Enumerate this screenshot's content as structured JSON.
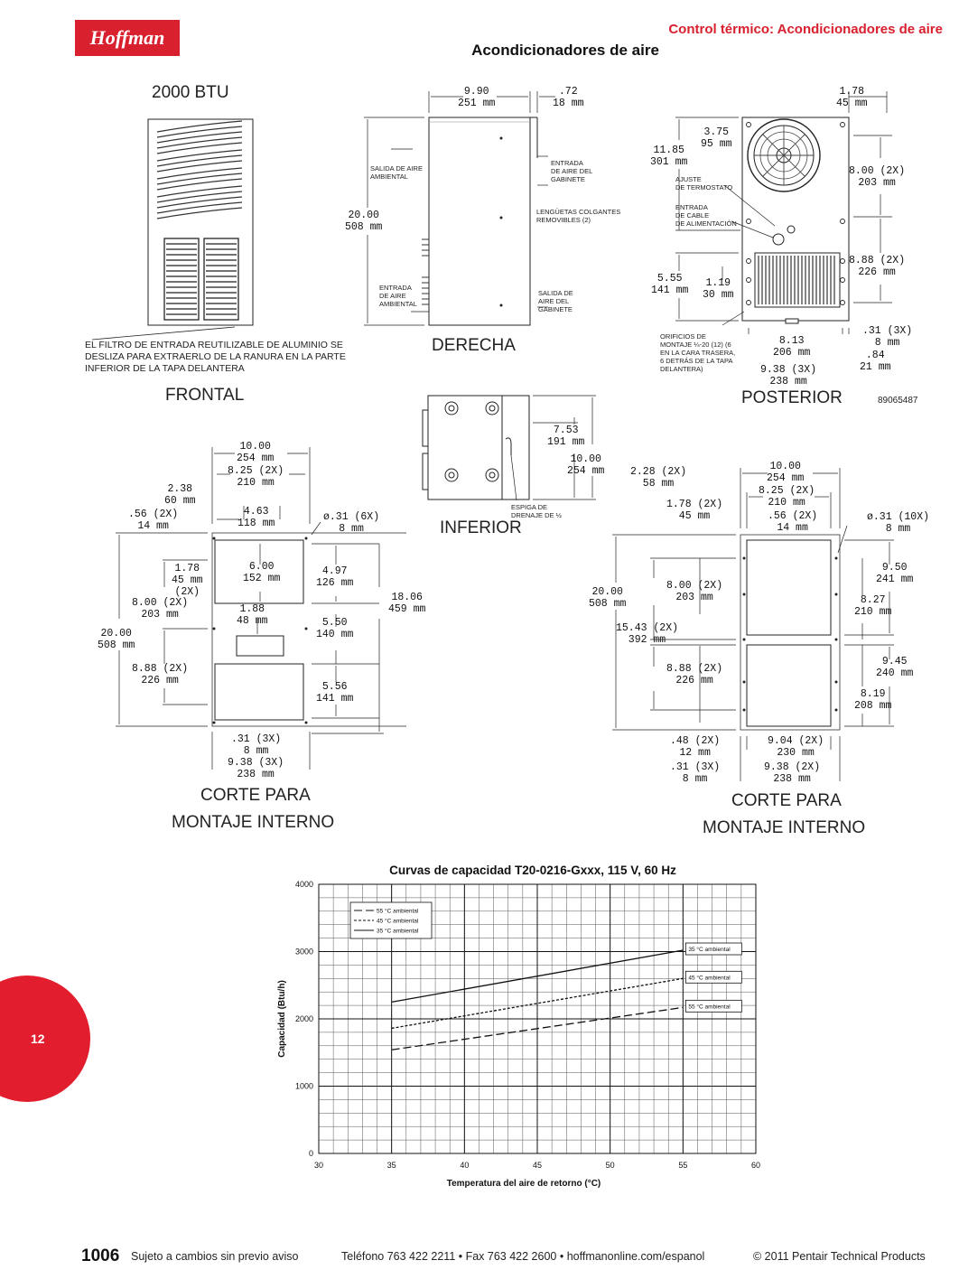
{
  "header": {
    "logo_text": "Hoffman",
    "section_title": "Control térmico: Acondicionadores de aire",
    "page_title": "Acondicionadores de aire"
  },
  "views": {
    "model": "2000 BTU",
    "frontal": "FRONTAL",
    "derecha": "DERECHA",
    "posterior": "POSTERIOR",
    "inferior": "INFERIOR",
    "corte_left_1": "CORTE PARA",
    "corte_left_2": "MONTAJE INTERNO",
    "corte_right_1": "CORTE PARA",
    "corte_right_2": "MONTAJE INTERNO",
    "drawing_number": "89065487"
  },
  "notes": {
    "filter_1": "EL FILTRO DE ENTRADA REUTILIZABLE DE ALUMINIO SE",
    "filter_2": "DESLIZA PARA EXTRAERLO DE LA RANURA EN LA PARTE",
    "filter_3": "INFERIOR DE LA TAPA DELANTERA",
    "salida_aire_ambiental": "SALIDA DE AIRE\nAMBIENTAL",
    "entrada_aire_gabinete": "ENTRADA\nDE AIRE DEL\nGABINETE",
    "lenguetas": "LENGÜETAS COLGANTES\nREMOVIBLES (2)",
    "entrada_aire_ambiental": "ENTRADA\nDE AIRE\nAMBIENTAL",
    "salida_aire_gabinete": "SALIDA DE\nAIRE DEL\nGABINETE",
    "ajuste_termostato": "AJUSTE\nDE TERMOSTATO",
    "entrada_cable": "ENTRADA\nDE CABLE\nDE ALIMENTACIÓN",
    "orificios": "ORIFICIOS DE\nMONTAJE ¼-20 (12) (6\nEN LA CARA TRASERA,\n6 DETRÁS DE LA TAPA\nDELANTERA)",
    "espiga": "ESPIGA DE\nDRENAJE DE ½"
  },
  "dims": {
    "derecha_w": "9.90\n251 mm",
    "derecha_72": ".72\n18 mm",
    "derecha_h": "20.00\n508 mm",
    "post_178": "1.78\n45 mm",
    "post_375": "3.75\n95 mm",
    "post_1185": "11.85\n301 mm",
    "post_800": "8.00 (2X)\n203 mm",
    "post_888": "8.88 (2X)\n226 mm",
    "post_555": "5.55\n141 mm",
    "post_119": "1.19\n30 mm",
    "post_31": ".31 (3X)\n8 mm",
    "post_813": "8.13\n206 mm",
    "post_84": ".84\n21 mm",
    "post_938": "9.38 (3X)\n238 mm",
    "inf_753": "7.53\n191 mm",
    "inf_1000": "10.00\n254 mm",
    "cl_1000": "10.00\n254 mm",
    "cl_825": "8.25 (2X)\n210 mm",
    "cl_238": "2.38\n60 mm",
    "cl_56": ".56 (2X)\n14 mm",
    "cl_463": "4.63\n118 mm",
    "cl_31_6x": "ø.31 (6X)\n8 mm",
    "cl_178": "1.78\n45 mm\n(2X)",
    "cl_600": "6.00\n152 mm",
    "cl_497": "4.97\n126 mm",
    "cl_1806": "18.06\n459 mm",
    "cl_800": "8.00 (2X)\n203 mm",
    "cl_188": "1.88\n48 mm",
    "cl_2000": "20.00\n508 mm",
    "cl_550": "5.50\n140 mm",
    "cl_888": "8.88 (2X)\n226 mm",
    "cl_556": "5.56\n141 mm",
    "cl_31_3x": ".31 (3X)\n8 mm",
    "cl_938": "9.38 (3X)\n238 mm",
    "cr_1000": "10.00\n254 mm",
    "cr_825": "8.25 (2X)\n210 mm",
    "cr_228": "2.28 (2X)\n58 mm",
    "cr_56": ".56 (2X)\n14 mm",
    "cr_178": "1.78 (2X)\n45 mm",
    "cr_31_10x": "ø.31 (10X)\n8 mm",
    "cr_950": "9.50\n241 mm",
    "cr_2000": "20.00\n508 mm",
    "cr_800": "8.00 (2X)\n203 mm",
    "cr_827": "8.27\n210 mm",
    "cr_1543": "15.43 (2X)\n392 mm",
    "cr_945": "9.45\n240 mm",
    "cr_888": "8.88 (2X)\n226 mm",
    "cr_819": "8.19\n208 mm",
    "cr_48": ".48 (2X)\n12 mm",
    "cr_904": "9.04 (2X)\n230 mm",
    "cr_31": ".31 (3X)\n8 mm",
    "cr_938": "9.38 (2X)\n238 mm"
  },
  "chart_data": {
    "type": "line",
    "title": "Curvas de capacidad T20-0216-Gxxx, 115 V, 60 Hz",
    "xlabel": "Temperatura del aire de retorno (°C)",
    "ylabel": "Capacidad (Btu/h)",
    "xlim": [
      30,
      60
    ],
    "ylim": [
      0,
      4000
    ],
    "xticks": [
      30,
      35,
      40,
      45,
      50,
      55,
      60
    ],
    "yticks": [
      0,
      1000,
      2000,
      3000,
      4000
    ],
    "grid": true,
    "legend_position": "top-left",
    "legend": [
      "55 °C ambiental",
      "45 °C ambiental",
      "35 °C ambiental"
    ],
    "series": [
      {
        "name": "35 °C ambiental",
        "style": "solid",
        "x": [
          35,
          55
        ],
        "y": [
          2250,
          3020
        ]
      },
      {
        "name": "45 °C ambiental",
        "style": "dotted",
        "x": [
          35,
          55
        ],
        "y": [
          1860,
          2600
        ]
      },
      {
        "name": "55 °C ambiental",
        "style": "dashed",
        "x": [
          35,
          55
        ],
        "y": [
          1540,
          2170
        ]
      }
    ]
  },
  "tab": {
    "number": "12"
  },
  "footer": {
    "page_number": "1006",
    "disclaimer": "Sujeto a cambios sin previo aviso",
    "contact": "Teléfono 763 422 2211 • Fax 763 422 2600 • hoffmanonline.com/espanol",
    "copyright": "© 2011 Pentair Technical Products"
  }
}
